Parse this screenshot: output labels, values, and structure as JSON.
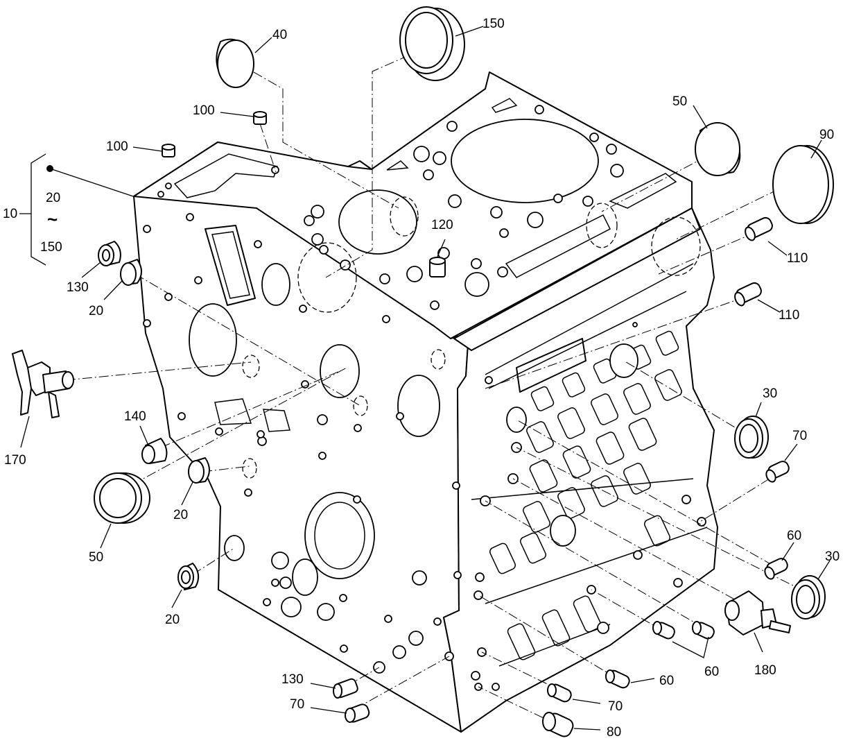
{
  "group": {
    "top": "10",
    "from": "20",
    "tilde": "~",
    "to": "150"
  },
  "labels": {
    "p40": "40",
    "p150": "150",
    "p100a": "100",
    "p100b": "100",
    "p50a": "50",
    "p90": "90",
    "p120": "120",
    "p110a": "110",
    "p110b": "110",
    "p130a": "130",
    "p20a": "20",
    "p170": "170",
    "p140": "140",
    "p20b": "20",
    "p50b": "50",
    "p20c": "20",
    "p30a": "30",
    "p70a": "70",
    "p60a": "60",
    "p30b": "30",
    "p60b": "60",
    "p180": "180",
    "p130b": "130",
    "p70b": "70",
    "p60c": "60",
    "p70c": "70",
    "p80": "80"
  }
}
